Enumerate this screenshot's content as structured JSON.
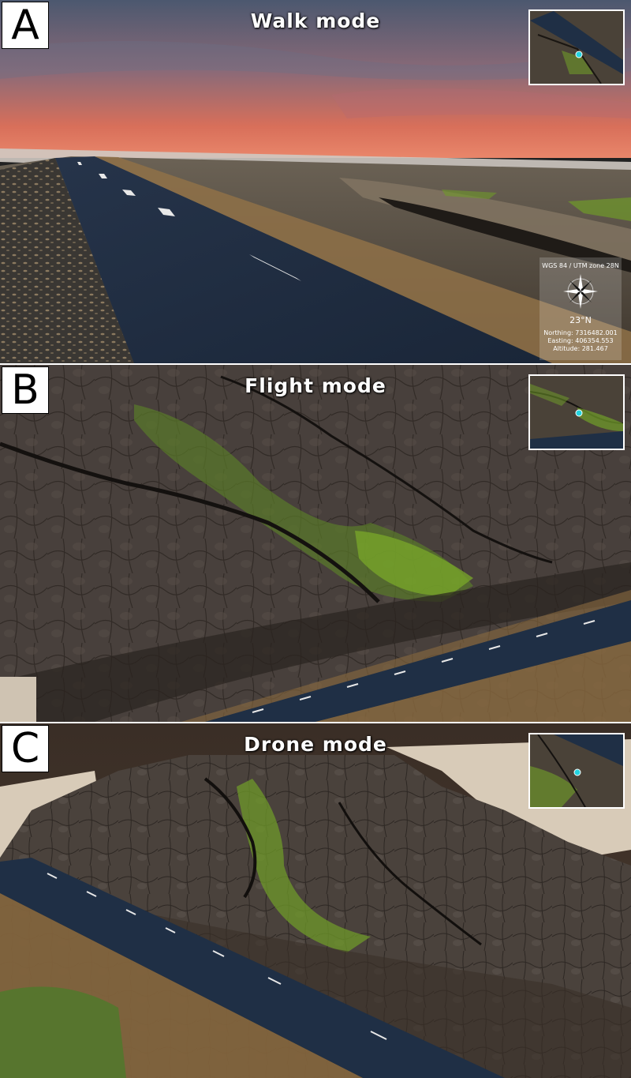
{
  "panels": [
    {
      "letter": "A",
      "title": "Walk mode"
    },
    {
      "letter": "B",
      "title": "Flight mode"
    },
    {
      "letter": "C",
      "title": "Drone mode"
    }
  ],
  "hud": {
    "crs": "WGS 84 / UTM zone 28N",
    "latitude": "23°N",
    "northing": "Northing: 7316482.001",
    "easting": "Easting: 406354.553",
    "altitude": "Altitude: 281.467"
  },
  "icons": {
    "compass": "compass-rose-icon",
    "position_marker": "position-marker-icon"
  },
  "colors": {
    "marker": "#22d3e0",
    "road": "#1f2f45",
    "vegetation": "#6f9a2a",
    "sky_top": "#4a5a78",
    "sky_bottom": "#e36a4a"
  }
}
